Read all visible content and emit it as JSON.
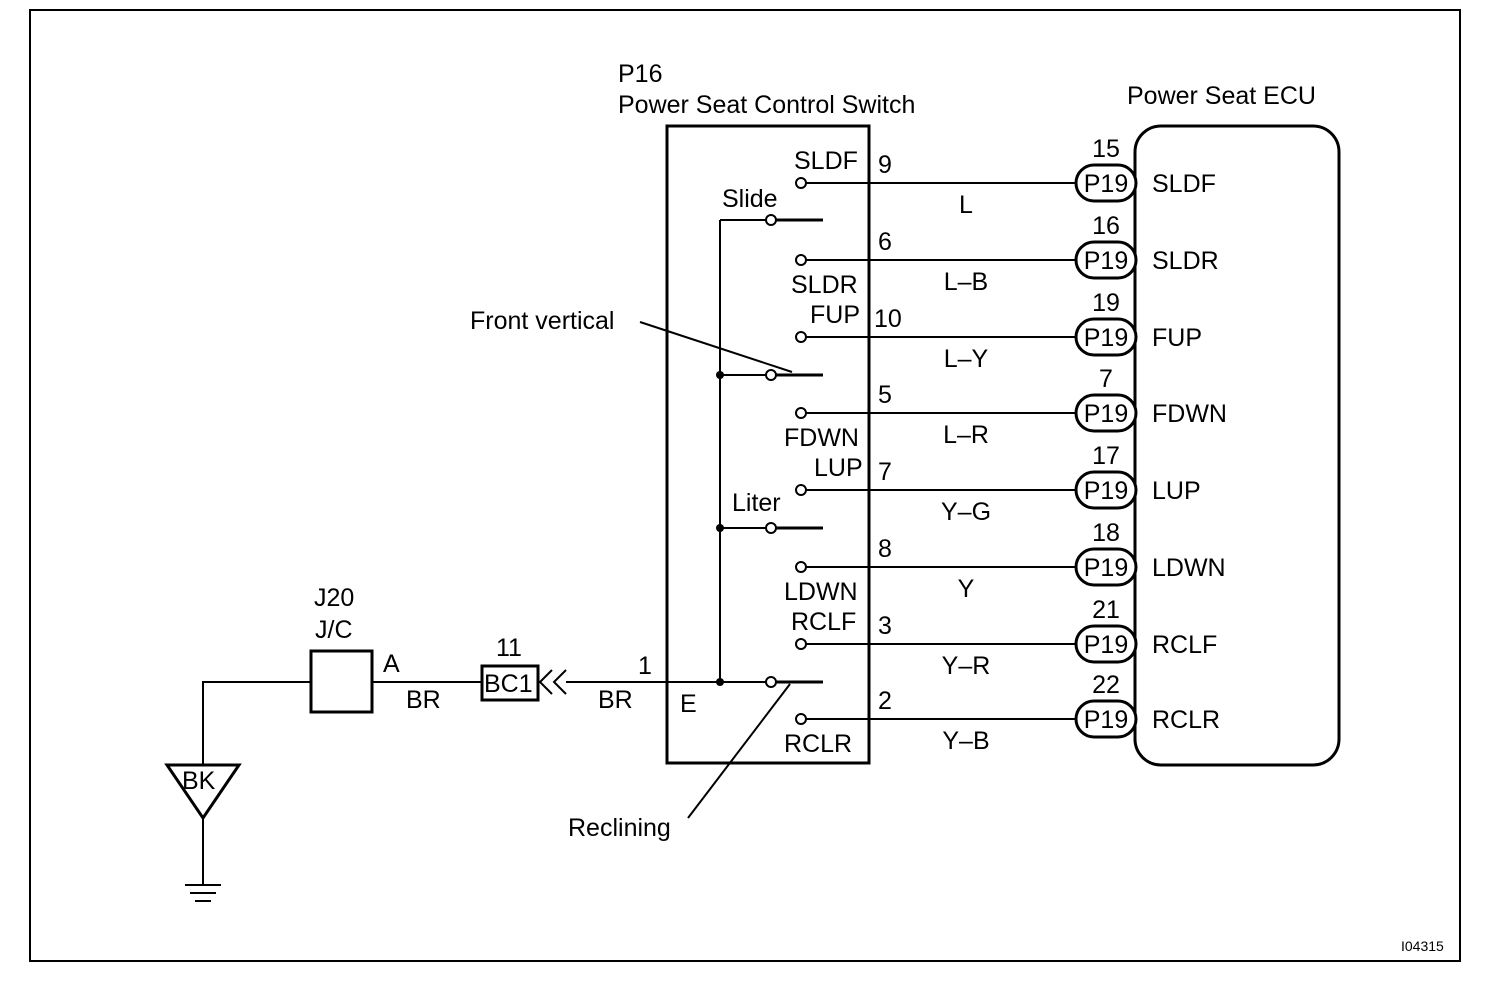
{
  "switch": {
    "id": "P16",
    "title": "Power Seat Control Switch",
    "ground_terminal": "E",
    "ground_pin": "1",
    "groups": {
      "slide": "Slide",
      "front_vertical": "Front vertical",
      "liter": "Liter",
      "reclining": "Reclining"
    }
  },
  "ecu": {
    "title": "Power Seat ECU",
    "connector": "P19"
  },
  "circuits": [
    {
      "sw_label": "SLDF",
      "sw_pin": "9",
      "wire": "L",
      "ecu_pin": "15",
      "ecu_label": "SLDF"
    },
    {
      "sw_label": "SLDR",
      "sw_pin": "6",
      "wire": "L–B",
      "ecu_pin": "16",
      "ecu_label": "SLDR"
    },
    {
      "sw_label": "FUP",
      "sw_pin": "10",
      "wire": "L–Y",
      "ecu_pin": "19",
      "ecu_label": "FUP"
    },
    {
      "sw_label": "FDWN",
      "sw_pin": "5",
      "wire": "L–R",
      "ecu_pin": "7",
      "ecu_label": "FDWN"
    },
    {
      "sw_label": "LUP",
      "sw_pin": "7",
      "wire": "Y–G",
      "ecu_pin": "17",
      "ecu_label": "LUP"
    },
    {
      "sw_label": "LDWN",
      "sw_pin": "8",
      "wire": "Y",
      "ecu_pin": "18",
      "ecu_label": "LDWN"
    },
    {
      "sw_label": "RCLF",
      "sw_pin": "3",
      "wire": "Y–R",
      "ecu_pin": "21",
      "ecu_label": "RCLF"
    },
    {
      "sw_label": "RCLR",
      "sw_pin": "2",
      "wire": "Y–B",
      "ecu_pin": "22",
      "ecu_label": "RCLR"
    }
  ],
  "ground_path": {
    "jc_id": "J20",
    "jc_name": "J/C",
    "jc_terminal": "A",
    "wire_left": "BR",
    "connector": "BC1",
    "connector_pin": "11",
    "wire_right": "BR",
    "ground_point": "BK"
  },
  "figure_code": "I04315"
}
